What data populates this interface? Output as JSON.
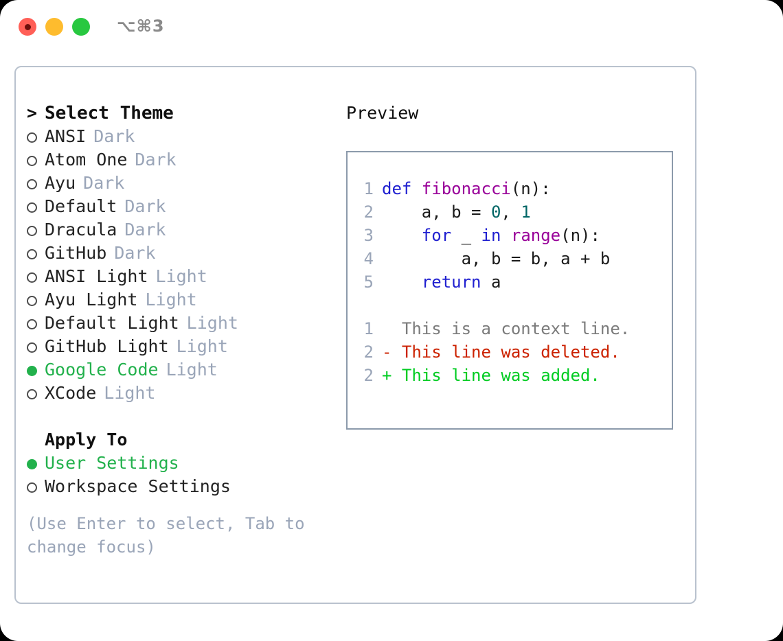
{
  "titlebar": {
    "shortcut": "⌥⌘3",
    "lights": [
      {
        "name": "close",
        "color": "#ff5f57"
      },
      {
        "name": "minimize",
        "color": "#febc2e"
      },
      {
        "name": "maximize",
        "color": "#28c840"
      }
    ]
  },
  "left": {
    "header": {
      "marker": ">",
      "label": "Select Theme"
    },
    "themes": [
      {
        "marker": "○",
        "label": "ANSI",
        "badge": "Dark",
        "selected": false
      },
      {
        "marker": "○",
        "label": "Atom One",
        "badge": "Dark",
        "selected": false
      },
      {
        "marker": "○",
        "label": "Ayu",
        "badge": "Dark",
        "selected": false
      },
      {
        "marker": "○",
        "label": "Default",
        "badge": "Dark",
        "selected": false
      },
      {
        "marker": "○",
        "label": "Dracula",
        "badge": "Dark",
        "selected": false
      },
      {
        "marker": "○",
        "label": "GitHub",
        "badge": "Dark",
        "selected": false
      },
      {
        "marker": "○",
        "label": "ANSI Light",
        "badge": "Light",
        "selected": false
      },
      {
        "marker": "○",
        "label": "Ayu Light",
        "badge": "Light",
        "selected": false
      },
      {
        "marker": "○",
        "label": "Default Light",
        "badge": "Light",
        "selected": false
      },
      {
        "marker": "○",
        "label": "GitHub Light",
        "badge": "Light",
        "selected": false
      },
      {
        "marker": "●",
        "label": "Google Code",
        "badge": "Light",
        "selected": true
      },
      {
        "marker": "○",
        "label": "XCode",
        "badge": "Light",
        "selected": false
      }
    ],
    "apply_to": {
      "heading": "Apply To",
      "options": [
        {
          "marker": "●",
          "label": "User Settings",
          "selected": true
        },
        {
          "marker": "○",
          "label": "Workspace Settings",
          "selected": false
        }
      ]
    },
    "hint": "(Use Enter to select, Tab to change focus)"
  },
  "right": {
    "title": "Preview",
    "code_lines": [
      {
        "num": "1",
        "tokens": [
          {
            "t": "def ",
            "c": "kw"
          },
          {
            "t": "fibonacci",
            "c": "fn"
          },
          {
            "t": "(n):",
            "c": "plain"
          }
        ]
      },
      {
        "num": "2",
        "tokens": [
          {
            "t": "    a, b = ",
            "c": "plain"
          },
          {
            "t": "0",
            "c": "num"
          },
          {
            "t": ", ",
            "c": "plain"
          },
          {
            "t": "1",
            "c": "num"
          }
        ]
      },
      {
        "num": "3",
        "tokens": [
          {
            "t": "    ",
            "c": "plain"
          },
          {
            "t": "for",
            "c": "kw"
          },
          {
            "t": " _ ",
            "c": "plain"
          },
          {
            "t": "in",
            "c": "kw"
          },
          {
            "t": " ",
            "c": "plain"
          },
          {
            "t": "range",
            "c": "fn"
          },
          {
            "t": "(n):",
            "c": "plain"
          }
        ]
      },
      {
        "num": "4",
        "tokens": [
          {
            "t": "        a, b = b, a + b",
            "c": "plain"
          }
        ]
      },
      {
        "num": "5",
        "tokens": [
          {
            "t": "    ",
            "c": "plain"
          },
          {
            "t": "return",
            "c": "kw"
          },
          {
            "t": " a",
            "c": "plain"
          }
        ]
      }
    ],
    "diff_lines": [
      {
        "num": "1",
        "text": "  This is a context line.",
        "kind": "ctx"
      },
      {
        "num": "2",
        "text": "- This line was deleted.",
        "kind": "del"
      },
      {
        "num": "2",
        "text": "+ This line was added.",
        "kind": "add"
      }
    ]
  },
  "colors": {
    "accent_green": "#22b14c",
    "badge_muted": "#9aa5b8",
    "keyword": "#2020d0",
    "function": "#990099",
    "number": "#006666",
    "diff_deleted": "#cc2200",
    "diff_added": "#00cc22",
    "panel_border": "#8c9aab",
    "frame_border": "#b9c2ce"
  }
}
